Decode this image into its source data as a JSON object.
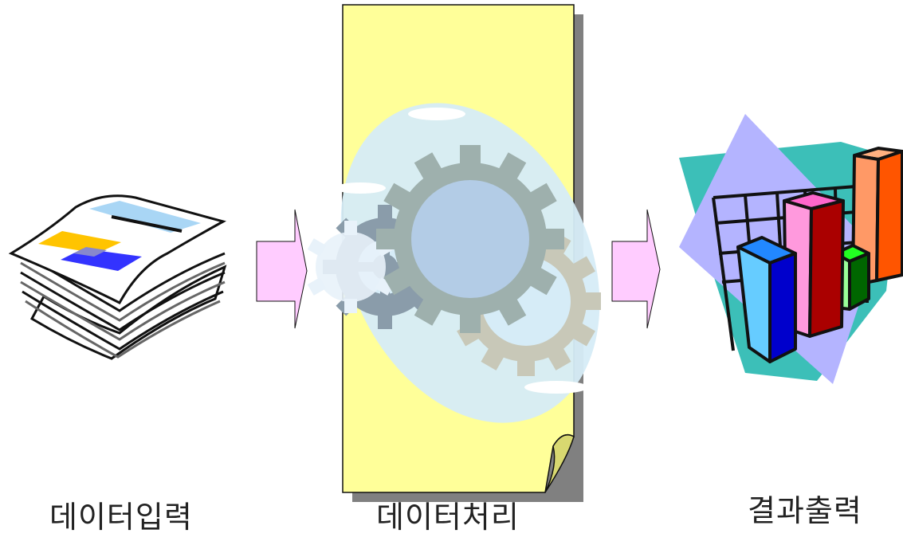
{
  "steps": {
    "input_label": "데이터입력",
    "process_label": "데이터처리",
    "output_label": "결과출력"
  },
  "colors": {
    "arrow_fill": "#ffccff",
    "note_fill": "#ffff99",
    "note_shadow": "#808080",
    "teal": "#3cbfb8",
    "lavender": "#b4b4ff"
  },
  "icons": {
    "input": "newspaper-stack-icon",
    "process": "gears-icon",
    "output": "bar-chart-icon"
  }
}
